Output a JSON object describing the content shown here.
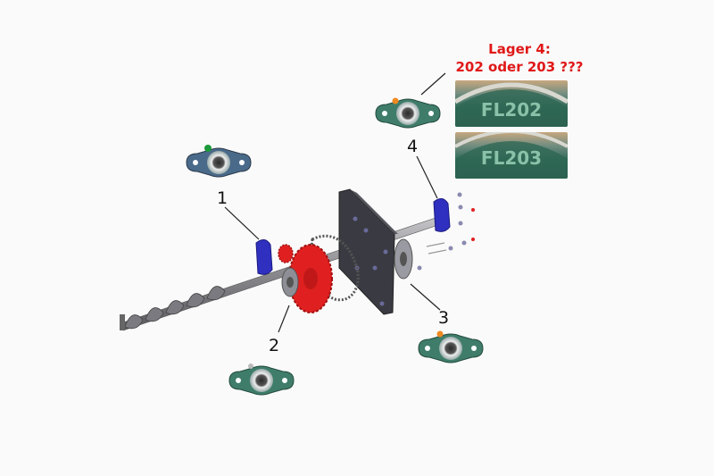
{
  "annotation": {
    "title": "Lager 4:",
    "question": "202 oder 203 ???",
    "title_color": "#e01818"
  },
  "labels": [
    "1",
    "2",
    "3",
    "4"
  ],
  "photos": [
    {
      "stamp": "FL202"
    },
    {
      "stamp": "FL203"
    }
  ],
  "colors": {
    "bearing_green": "#3f7d6a",
    "bearing_blue": "#4a6a8a",
    "housing_blue": "#2f2fc0",
    "sprocket_red": "#e02020",
    "plate": "#3a3a42",
    "shaft": "#8a8a8e"
  }
}
